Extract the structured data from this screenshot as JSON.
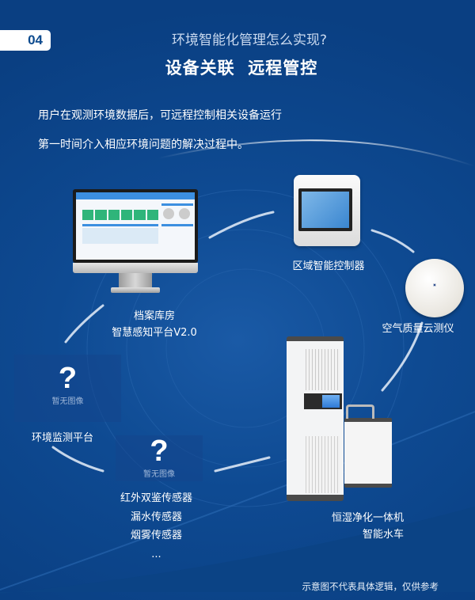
{
  "header": {
    "badge_number": "04",
    "question_title": "环境智能化管理怎么实现?",
    "main_title": "设备关联  远程管控"
  },
  "description": {
    "line1": "用户在观测环境数据后，可远程控制相关设备运行",
    "line2": "第一时间介入相应环境问题的解决过程中。"
  },
  "nodes": {
    "platform": {
      "line1": "档案库房",
      "line2": "智慧感知平台V2.0"
    },
    "controller": {
      "label": "区域智能控制器"
    },
    "air_sensor": {
      "label": "空气质量云测仪"
    },
    "humidifier": {
      "line1": "恒湿净化一体机",
      "line2": "智能水车"
    },
    "env_monitor": {
      "label": "环境监测平台",
      "placeholder_mark": "?",
      "placeholder_text": "暂无图像"
    },
    "sensors": {
      "placeholder_mark": "?",
      "placeholder_text": "暂无图像",
      "items": [
        "红外双鉴传感器",
        "漏水传感器",
        "烟雾传感器",
        "..."
      ]
    }
  },
  "footer": {
    "note": "示意图不代表具体逻辑，仅供参考"
  },
  "colors": {
    "background": "#0e4a92",
    "badge_text": "#0c4a8e",
    "accent_screen": "#3a86d0"
  }
}
